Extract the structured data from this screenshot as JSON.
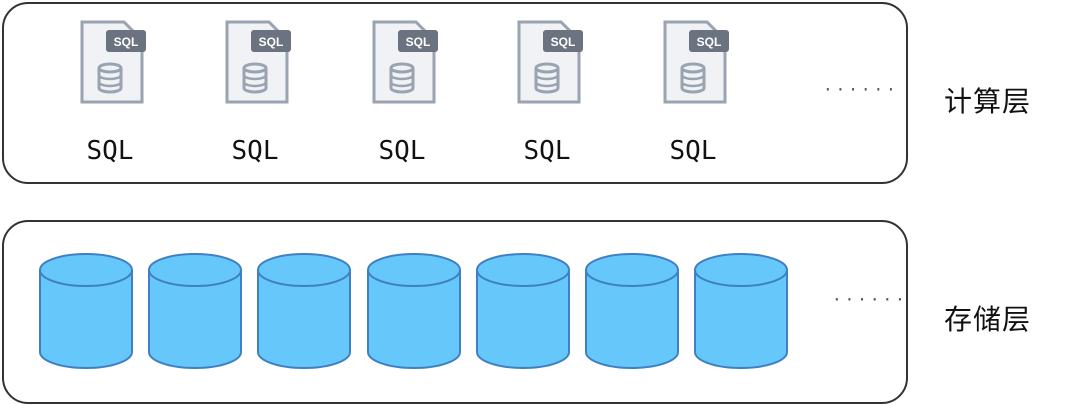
{
  "compute_layer": {
    "label": "计算层",
    "ellipsis": "······",
    "nodes": [
      {
        "icon": "sql-file-icon",
        "badge": "SQL",
        "caption": "SQL"
      },
      {
        "icon": "sql-file-icon",
        "badge": "SQL",
        "caption": "SQL"
      },
      {
        "icon": "sql-file-icon",
        "badge": "SQL",
        "caption": "SQL"
      },
      {
        "icon": "sql-file-icon",
        "badge": "SQL",
        "caption": "SQL"
      },
      {
        "icon": "sql-file-icon",
        "badge": "SQL",
        "caption": "SQL"
      }
    ]
  },
  "storage_layer": {
    "label": "存储层",
    "ellipsis": "······",
    "node_count": 7,
    "node_icon": "database-cylinder-icon"
  },
  "colors": {
    "cylinder_fill": "#66c7fa",
    "cylinder_stroke": "#3f7fc4",
    "file_fill": "#f0f2f6",
    "file_stroke": "#9aa3b0",
    "badge_fill": "#6b7280",
    "panel_border": "#333333"
  }
}
